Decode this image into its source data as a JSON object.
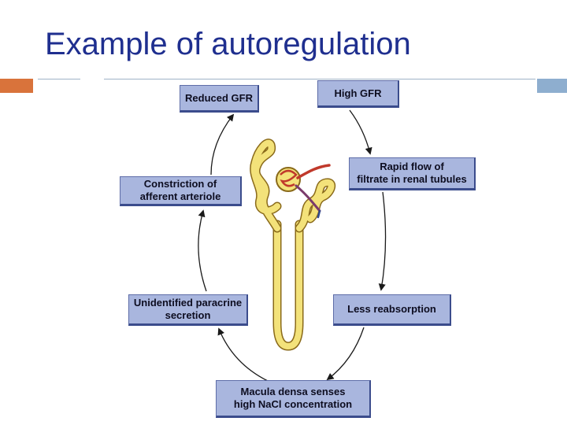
{
  "slide": {
    "title": "Example of autoregulation"
  },
  "diagram": {
    "nodes": {
      "reduced_gfr": [
        "Reduced GFR"
      ],
      "high_gfr": [
        "High GFR"
      ],
      "rapid_flow": [
        "Rapid flow of",
        "filtrate in renal tubules"
      ],
      "constriction": [
        "Constriction of",
        "afferent arteriole"
      ],
      "less_reabsorption": [
        "Less reabsorption"
      ],
      "paracrine": [
        "Unidentified paracrine",
        "secretion"
      ],
      "macula_densa": [
        "Macula densa senses",
        "high NaCl concentration"
      ]
    },
    "colors": {
      "box_fill": "#a9b6de",
      "box_border": "#3b4c8c",
      "title": "#1f2f8f",
      "accent_orange": "#d9733b",
      "accent_blue": "#8eaecf",
      "nephron_fill": "#f3e27a",
      "nephron_outline": "#8a6a1a",
      "vessel_red": "#c0392b"
    }
  }
}
